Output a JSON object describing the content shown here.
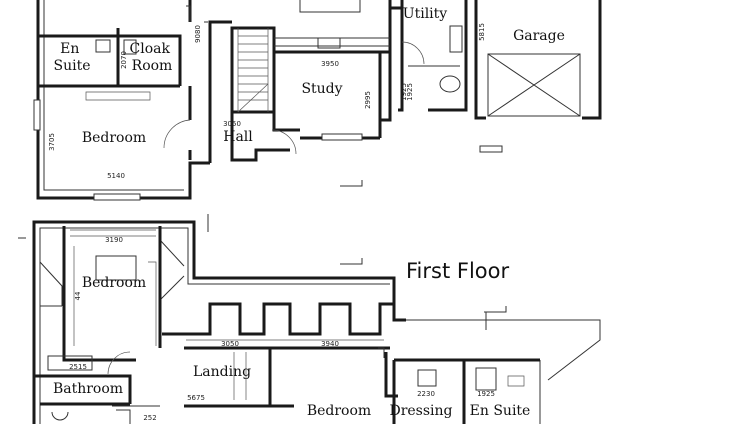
{
  "ground_floor": {
    "rooms": {
      "en_suite": "En\nSuite",
      "cloak_room": "Cloak\nRoom",
      "bedroom": "Bedroom",
      "hall": "Hall",
      "study": "Study",
      "utility": "Utility",
      "garage": "Garage"
    },
    "dimensions": {
      "study_width": "3950",
      "study_depth": "2995",
      "hall_width": "3050",
      "bedroom_width": "5140",
      "bedroom_depth": "3705",
      "garage_depth": "5815",
      "cloak_width": "2070",
      "upper_left": "9080",
      "utility_a": "1925",
      "utility_b": "1925"
    }
  },
  "first_floor": {
    "title": "First Floor",
    "rooms": {
      "bedroom": "Bedroom",
      "bathroom": "Bathroom",
      "landing": "Landing",
      "bedroom_2": "Bedroom",
      "dressing": "Dressing",
      "en_suite": "En Suite"
    },
    "dimensions": {
      "bedroom_width": "3190",
      "bedroom_depth": "44",
      "bath_width": "2515",
      "landing_a": "3050",
      "landing_b": "3940",
      "landing_c": "5675",
      "lower_left": "252",
      "dressing_width": "2230",
      "ensuite_width": "1925"
    }
  }
}
